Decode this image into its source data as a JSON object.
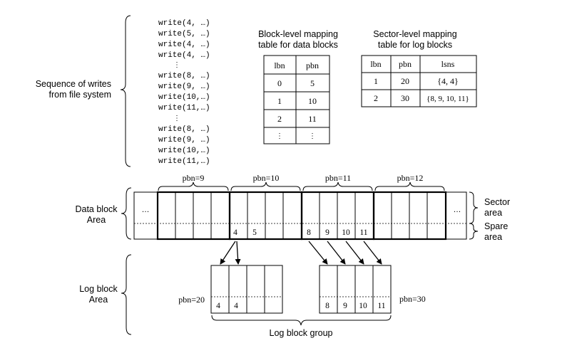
{
  "writes_sequence": {
    "label_line1": "Sequence of writes",
    "label_line2": "from file system",
    "group1": [
      "write(4, …)",
      "write(5, …)",
      "write(4, …)",
      "write(4, …)"
    ],
    "group2": [
      "write(8, …)",
      "write(9, …)",
      "write(10,…)",
      "write(11,…)"
    ],
    "group3": [
      "write(8, …)",
      "write(9, …)",
      "write(10,…)",
      "write(11,…)"
    ],
    "ellipsis": "⋮"
  },
  "block_table": {
    "title_line1": "Block-level mapping",
    "title_line2": "table for data blocks",
    "headers": [
      "lbn",
      "pbn"
    ],
    "rows": [
      [
        "0",
        "5"
      ],
      [
        "1",
        "10"
      ],
      [
        "2",
        "11"
      ]
    ],
    "ellipsis": "⋮"
  },
  "sector_table": {
    "title_line1": "Sector-level mapping",
    "title_line2": "table for log blocks",
    "headers": [
      "lbn",
      "pbn",
      "lsns"
    ],
    "rows": [
      [
        "1",
        "20",
        "{4, 4}"
      ],
      [
        "2",
        "30",
        "{8, 9, 10, 11}"
      ]
    ]
  },
  "data_area": {
    "label_line1": "Data block",
    "label_line2": "Area",
    "left_ellipsis": "…",
    "right_ellipsis": "…",
    "blocks": [
      {
        "label": "pbn=9",
        "spare": [
          "",
          "",
          "",
          ""
        ]
      },
      {
        "label": "pbn=10",
        "spare": [
          "4",
          "5",
          "",
          ""
        ]
      },
      {
        "label": "pbn=11",
        "spare": [
          "8",
          "9",
          "10",
          "11"
        ]
      },
      {
        "label": "pbn=12",
        "spare": [
          "",
          "",
          "",
          ""
        ]
      }
    ],
    "sector_label_line1": "Sector",
    "sector_label_line2": "area",
    "spare_label_line1": "Spare",
    "spare_label_line2": "area"
  },
  "log_area": {
    "label_line1": "Log block",
    "label_line2": "Area",
    "blocks": [
      {
        "label": "pbn=20",
        "spare": [
          "4",
          "4",
          "",
          ""
        ]
      },
      {
        "label": "pbn=30",
        "spare": [
          "8",
          "9",
          "10",
          "11"
        ]
      }
    ],
    "group_label": "Log block group"
  }
}
